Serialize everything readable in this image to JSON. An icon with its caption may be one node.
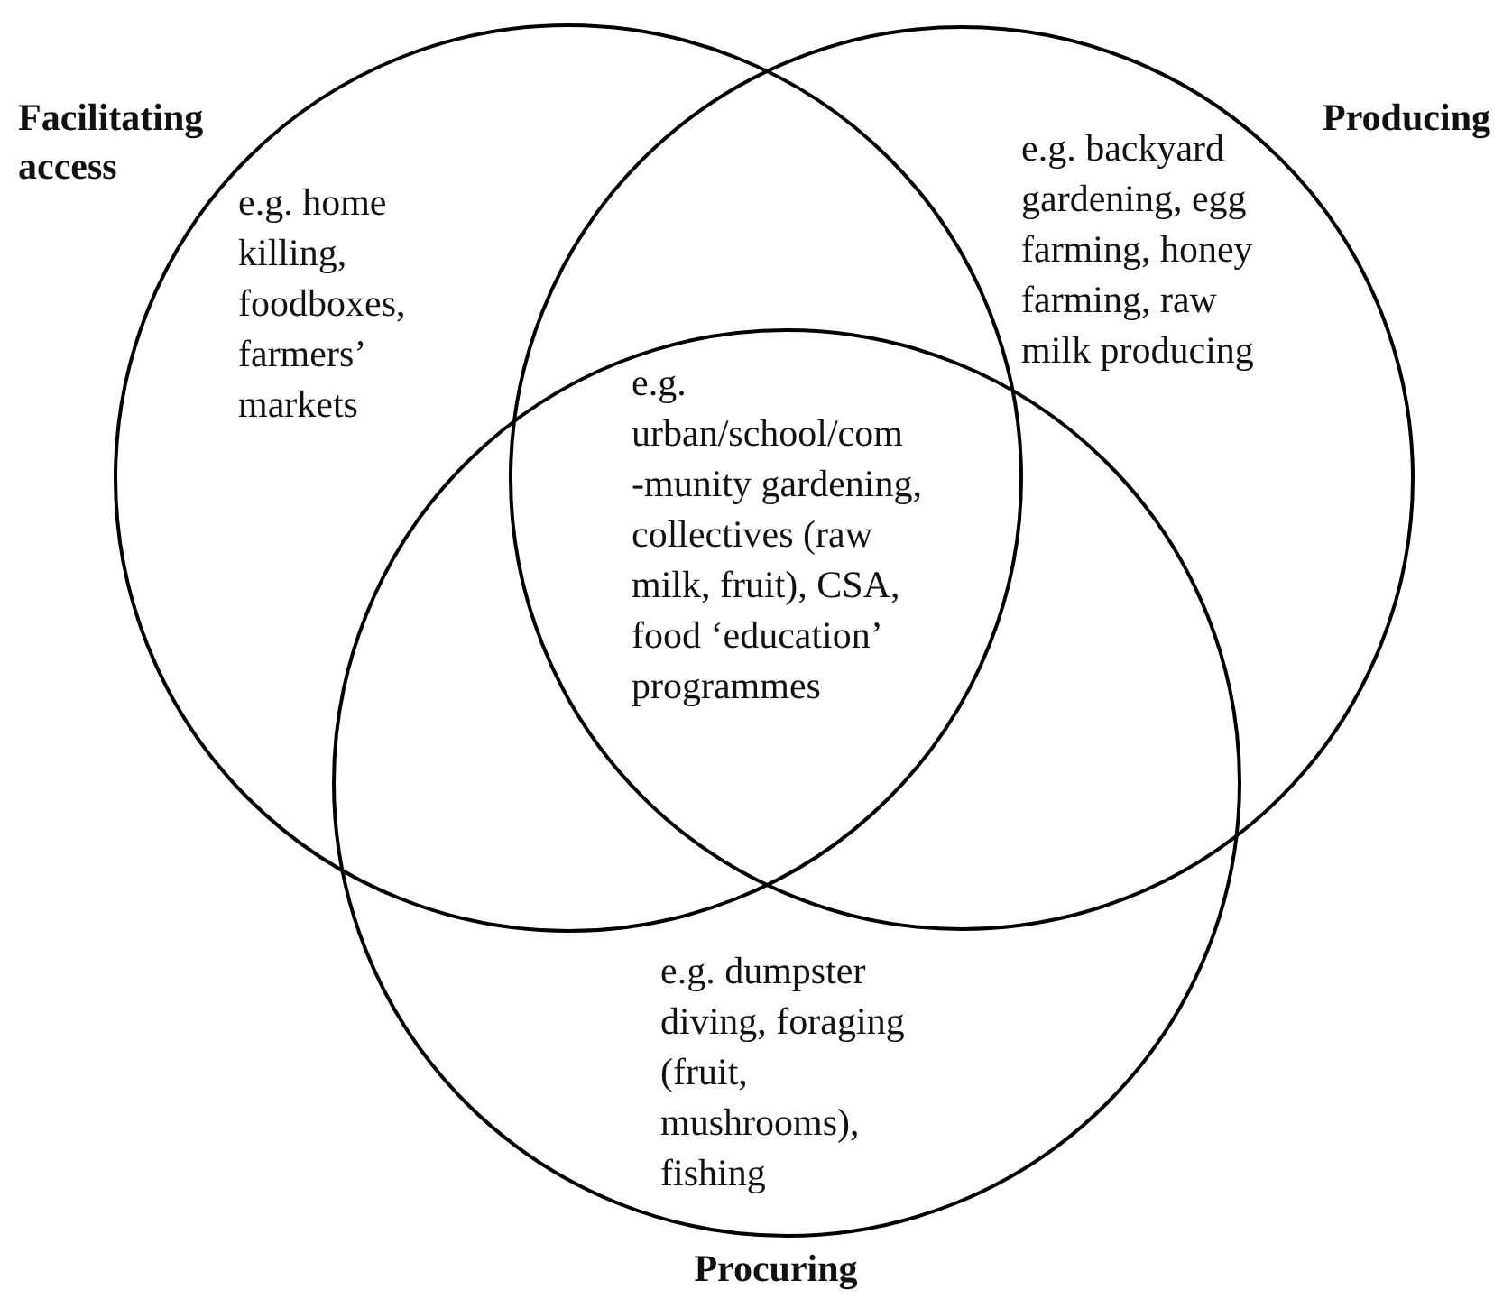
{
  "diagram": {
    "nodes": [
      {
        "text": [
          "Facilitating access",
          "e.g. home killing, foodboxes, farmers’ markets"
        ]
      },
      {
        "text": [
          "e.g. backyard gardening, egg farming, honey farming, raw milk producing",
          "Producing"
        ]
      },
      {
        "text": [
          "e.g. dumpster diving, foraging (fruit, mushrooms), fishing",
          "Procuring"
        ]
      }
    ],
    "labels": [
      "e.g. urban/school/com -munity gardening, collectives (raw milk, fruit), CSA, food ‘education’ programmes"
    ]
  }
}
